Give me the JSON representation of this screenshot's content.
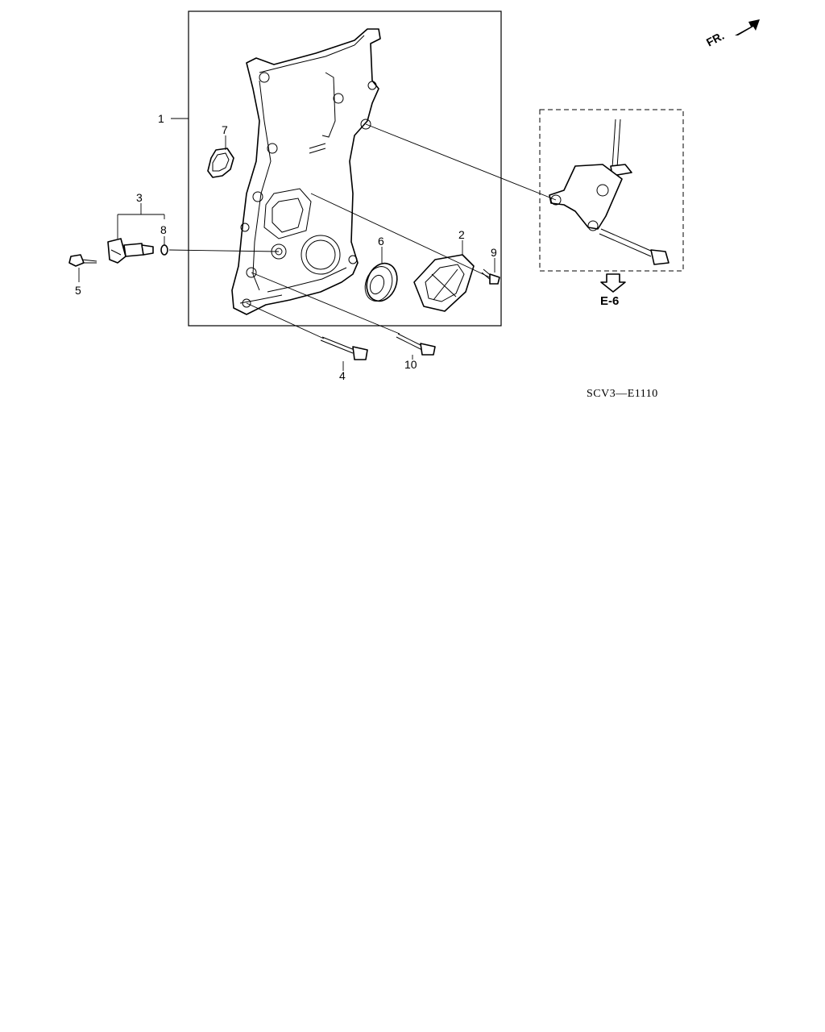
{
  "orientation_label": "FR.",
  "reference_label": "E-6",
  "diagram_code": "SCV3—E1110",
  "callouts": [
    {
      "id": "1",
      "part": "chain-case-cover"
    },
    {
      "id": "2",
      "part": "cover-plate"
    },
    {
      "id": "3",
      "part": "sensor-assembly"
    },
    {
      "id": "4",
      "part": "flange-bolt-long"
    },
    {
      "id": "5",
      "part": "sensor-bolt"
    },
    {
      "id": "6",
      "part": "oil-seal"
    },
    {
      "id": "7",
      "part": "o-ring-gasket"
    },
    {
      "id": "8",
      "part": "o-ring-small"
    },
    {
      "id": "9",
      "part": "flange-bolt-short"
    },
    {
      "id": "10",
      "part": "flange-bolt-medium"
    }
  ],
  "colors": {
    "ink": "#000000",
    "paper": "#ffffff"
  }
}
